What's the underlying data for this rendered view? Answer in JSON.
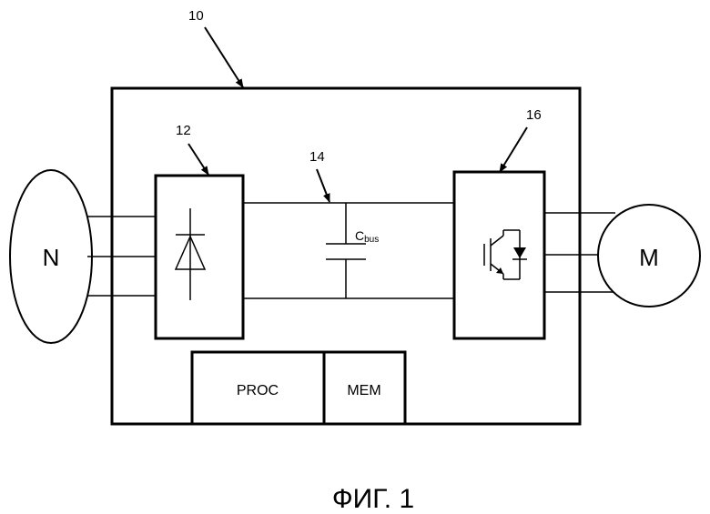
{
  "labels": {
    "device_ref": "10",
    "rectifier_ref": "12",
    "dc_bus_ref": "14",
    "inverter_ref": "16",
    "capacitor_main": "C",
    "capacitor_sub": "bus",
    "source": "N",
    "motor": "M",
    "processor": "PROC",
    "memory": "MEM",
    "figure_caption": "ФИГ. 1"
  }
}
